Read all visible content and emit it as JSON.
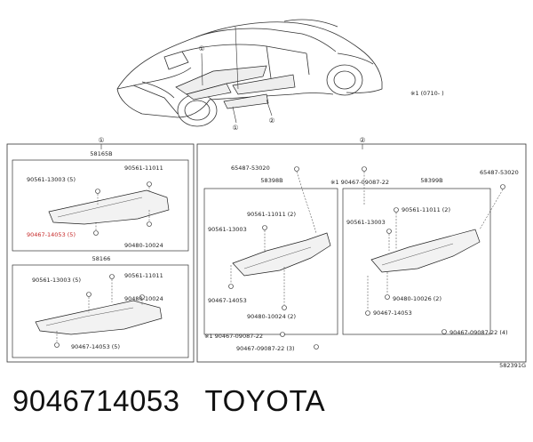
{
  "car": {
    "callouts": [
      "①",
      "①",
      "②"
    ],
    "note": "※1 (0710-   )"
  },
  "panel1": {
    "circle": "①",
    "groupA": {
      "number": "58165B",
      "labels": [
        "90561-13003 (5)",
        "90561-11011",
        "90467-14053 (5)",
        "90480-10024"
      ]
    },
    "groupB": {
      "number": "58166",
      "labels": [
        "90561-13003 (5)",
        "90561-11011",
        "90480-10024",
        "90467-14053 (5)"
      ]
    }
  },
  "panel2": {
    "circle": "②",
    "top_left": "65487-53020",
    "top_mid": "※1 90467-09087-22",
    "top_right": "65487-53020",
    "left": {
      "number": "58398B",
      "labels": [
        "90561-11011 (2)",
        "90561-13003",
        "90467-14053",
        "90480-10024 (2)"
      ]
    },
    "right": {
      "number": "58399B",
      "labels": [
        "90561-11011 (2)",
        "90561-13003",
        "90480-10026 (2)",
        "90467-14053",
        "90467-09087-22 (4)"
      ]
    },
    "bottom": [
      "※1 90467-09087-22",
      "90467-09087-22 (3)"
    ]
  },
  "diagram_code": "582391G",
  "caption": {
    "part_number": "9046714053",
    "brand": "TOYOTA"
  },
  "colors": {
    "highlight": "#c62828",
    "line": "#333333"
  }
}
